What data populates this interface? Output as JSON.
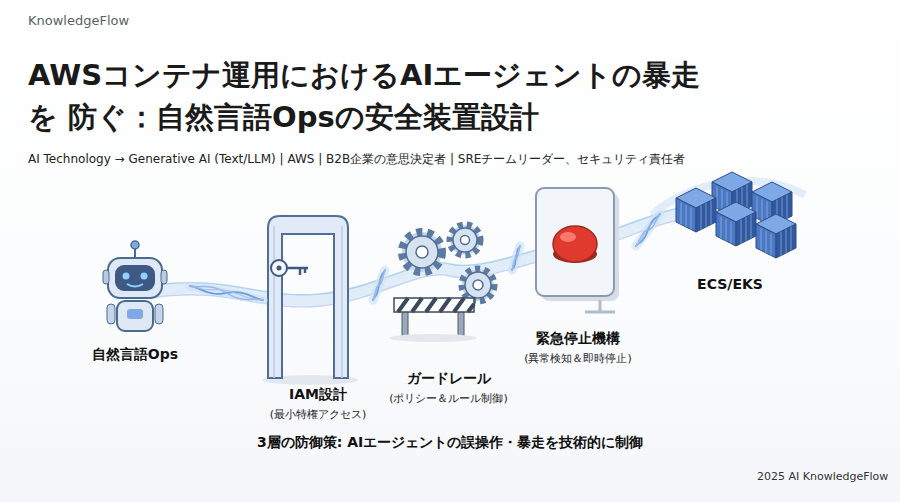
{
  "diagram": {
    "title": "AWSコンテナ運用におけるAIエージェントの暴走を 防ぐ：自然言語Opsの安全装置設計",
    "caption": "3層の防御策: AIエージェントの誤操作・暴走を技術的に制御",
    "nodes": [
      {
        "text": [
          "自然言語Ops"
        ]
      },
      {
        "text": [
          "IAM設計",
          "(最小特権アクセス)"
        ]
      },
      {
        "text": [
          "ガードレール",
          "(ポリシー＆ルール制御)"
        ]
      },
      {
        "text": [
          "緊急停止機構",
          "(異常検知＆即時停止)"
        ]
      },
      {
        "text": [
          "ECS/EKS"
        ]
      }
    ],
    "edges": [
      {
        "from": 0,
        "to": 1,
        "arrow": "none"
      },
      {
        "from": 1,
        "to": 2,
        "arrow": "none"
      },
      {
        "from": 2,
        "to": 3,
        "arrow": "none"
      },
      {
        "from": 3,
        "to": 4,
        "arrow": "none"
      }
    ],
    "labels": [
      "KnowledgeFlow",
      "AI Technology → Generative AI (Text/LLM) | AWS | B2B企業の意思決定者 | SREチームリーダー、セキュリティ責任者",
      "2025 AI KnowledgeFlow"
    ]
  }
}
